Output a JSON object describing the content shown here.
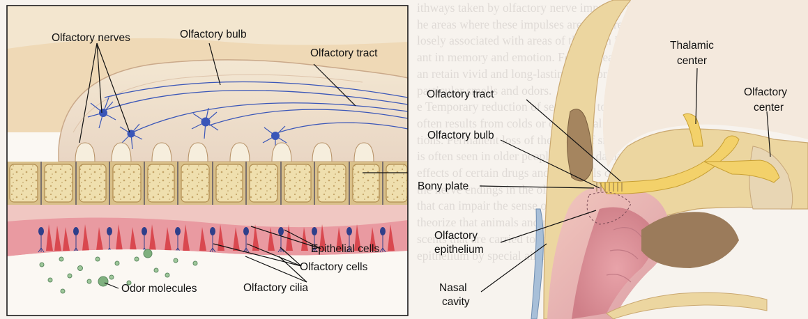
{
  "labels": {
    "olfactory_nerves": "Olfactory nerves",
    "olfactory_bulb_left": "Olfactory bulb",
    "olfactory_tract_left": "Olfactory tract",
    "epithelial_cells": "Epithelial cells",
    "olfactory_cells": "Olfactory cells",
    "odor_molecules": "Odor molecules",
    "olfactory_cilia": "Olfactory cilia",
    "olfactory_tract_right": "Olfactory tract",
    "olfactory_bulb_right": "Olfactory bulb",
    "bony_plate": "Bony plate",
    "olfactory_epithelium": [
      "Olfactory",
      "epithelium"
    ],
    "nasal_cavity": [
      "Nasal",
      "cavity"
    ],
    "thalamic_center": [
      "Thalamic",
      "center"
    ],
    "olfactory_center": [
      "Olfactory",
      "center"
    ]
  },
  "background_text": [
    "ithways taken by olfactory nerve impulses and",
    "he areas where these impulses are interpreted are",
    "losely associated with areas of the brain impor-",
    "ant in memory and emotion. For this reason, we",
    "an retain vivid and long-lasting memories of",
    "particular smells and odors.",
    "e Temporary reduction of sensitivity to smells",
    "often results from colds or other nasal infec-",
    "tions. Permanent loss of the sense of smell",
    "is often seen in older people and the damaging",
    "effects of certain drugs and chemicals on",
    "the nerve endings in the olfactory epithelium",
    "that can impair the sense of smell. Some experts",
    "theorize that animals and people detect",
    "scents that are carried to the olfactory",
    "epithelium by special airflow patterns that"
  ],
  "colors": {
    "paper": "#f7f3ee",
    "bone": "#ead9a6",
    "bone_dark": "#d4bb7e",
    "bulb_tissue": "#efe4d4",
    "tissue_pink": "#eab6b2",
    "mucosa": "#e58e95",
    "nerve_blue": "#3a56b8",
    "brain": "#f0e2d3",
    "cerebellum_brown": "#a8896b",
    "frame": "#1a1a1a"
  }
}
